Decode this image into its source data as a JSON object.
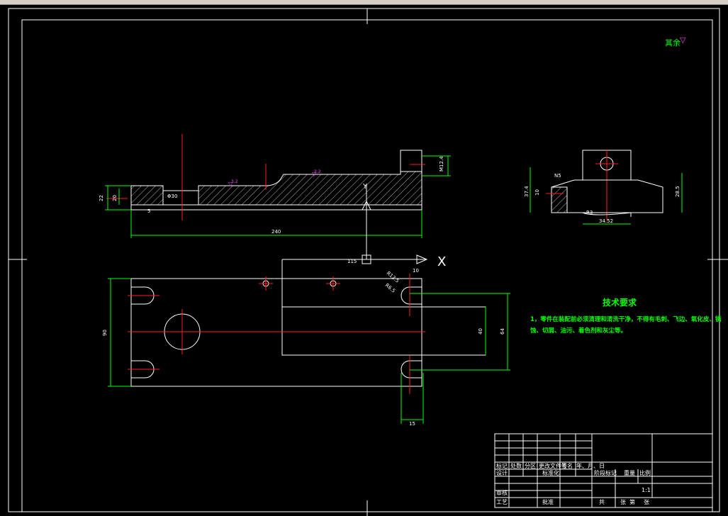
{
  "drawing": {
    "roughness_note": "其余",
    "roughness_symbol": "▽",
    "technical_requirements_title": "技术要求",
    "technical_requirements_text": "1，零件在装配前必须清理和清洗干净，不得有毛刺、飞边、氧化皮、锈蚀、切屑、油污、着色剂和灰尘等。",
    "ucs_label": "X",
    "ucs_y_label": "Y"
  },
  "dimensions": {
    "front_length": "240",
    "front_height_left": "22",
    "front_height_inner": "20",
    "front_hole": "Φ30",
    "front_roughness_1": "3.2",
    "front_roughness_2": "3.2",
    "front_right_dim": "M12.4",
    "front_small": "5",
    "plan_offset": "115",
    "plan_width": "90",
    "plan_slot": "40",
    "plan_inner_width": "64",
    "plan_slot_r": "R12.5",
    "plan_slot_r2": "R6.5",
    "plan_right_10": "10",
    "plan_bottom_15": "15",
    "side_height": "37.4",
    "side_inner": "10",
    "side_n5": "N5",
    "side_right": "28.5",
    "side_width": "34.52",
    "side_r": "R3"
  },
  "title_block": {
    "row_headers": [
      "标记",
      "处数",
      "分区",
      "更改文件号",
      "签名",
      "年、月、日"
    ],
    "designer": "设计",
    "standardize": "标准化",
    "stage_mark": "阶段标记",
    "weight": "重量",
    "scale": "比例",
    "scale_value": "1:1",
    "reviewer": "审核",
    "process": "工艺",
    "approve": "批准",
    "total": "共",
    "sheets": "张",
    "sheet_no": "第",
    "sheet": "张"
  }
}
